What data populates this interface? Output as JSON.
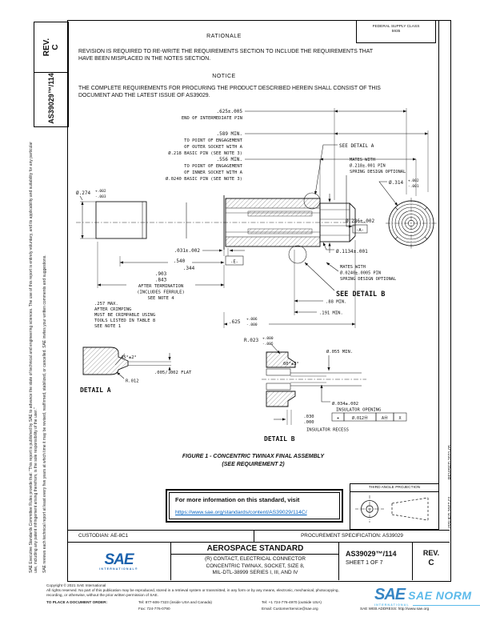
{
  "sidebar": {
    "rev_label": "REV.",
    "rev_value": "C",
    "doc_number": "AS39029™/114",
    "disclaimer_line1": "SAE Executive Standards Committee Rules provide that: \"This report is published by SAE to advance the state of technical and engineering sciences. The use of this report is entirely voluntary, and its applicability and suitability for any particular use, including any patent infringement arising therefrom, is the sole responsibility of the user.\"",
    "disclaimer_line2": "SAE reviews each technical report at least every five years at which time it may be revised, reaffirmed, stabilized, or cancelled. SAE invites your written comments and suggestions."
  },
  "header": {
    "supply_class_label": "FEDERAL SUPPLY CLASS",
    "supply_class_value": "5935",
    "rationale_title": "RATIONALE",
    "rationale_lines": [
      "REVISION IS REQUIRED TO RE-WRITE THE REQUIREMENTS SECTION TO INCLUDE THE REQUIREMENTS THAT",
      "HAVE BEEN MISPLACED IN THE NOTES SECTION."
    ],
    "notice_title": "NOTICE",
    "notice_lines": [
      "THE COMPLETE REQUIREMENTS FOR PROCURING THE PRODUCT DESCRIBED HEREIN SHALL CONSIST OF THIS",
      "DOCUMENT AND THE LATEST ISSUE OF AS39029."
    ]
  },
  "drawing": {
    "dim_end_pin": ".625±.005",
    "end_pin_label": "END OF INTERMEDIATE PIN",
    "dim_589": ".589 MIN.",
    "outer_engage": [
      "TO POINT OF ENGAGEMENT",
      "OF OUTER SOCKET WITH A",
      "Ø.218 BASIC PIN (SEE NOTE 3)"
    ],
    "dim_556": ".556 MIN.",
    "inner_engage": [
      "TO POINT OF ENGAGEMENT",
      "OF INNER SOCKET WITH A",
      "Ø.0240 BASIC PIN (SEE NOTE 3)"
    ],
    "see_detail_a": "SEE DETAIL A",
    "mates_outer": [
      "MATES WITH",
      "Ø.218±.001 PIN",
      "SPRING DESIGN OPTIONAL"
    ],
    "dia_314": {
      "main": "Ø.314",
      "tol_plus": "+.002",
      "tol_minus": "-.001"
    },
    "dia_274": {
      "main": "Ø.274",
      "tol_plus": "+.002",
      "tol_minus": "-.003"
    },
    "dia_286": "Ø.286±.002",
    "datum_a": "-A-",
    "dia_1134": "Ø.1134±.001",
    "mates_inner": [
      "MATES WITH",
      "Ø.0240±.0005 PIN",
      "SPRING DESIGN OPTIONAL"
    ],
    "see_detail_b": "SEE DETAIL  B",
    "dim_88": ".88 MIN.",
    "dim_191": ".191 MIN.",
    "dim_625_front": {
      "main": ".625",
      "tol_plus": "+.006",
      "tol_minus": "-.000"
    },
    "dim_031": ".031±.002",
    "datum_e": "-E-",
    "dim_540": ".540",
    "dim_344": ".344",
    "dim_903": ".903",
    "dim_843": ".843",
    "after_termination": [
      "AFTER TERMINATION",
      "(INCLUDES FERRULE)",
      "SEE NOTE 4"
    ],
    "crimp_note": [
      ".257 MAX.",
      "AFTER CRIMPING",
      "MUST BE CRIMPABLE USING",
      "TOOLS LISTED IN TABLE 8",
      "SEE NOTE 1"
    ]
  },
  "detail_a": {
    "title": "DETAIL A",
    "angle": "45°±2°",
    "flat": ".005/.002 FLAT",
    "radius": "R.012"
  },
  "detail_b": {
    "title": "DETAIL B",
    "radius": {
      "main": "R.023",
      "tol_plus": "+.000",
      "tol_minus": "-.005"
    },
    "angle": "60°±3°",
    "dia_055": "Ø.055 MIN.",
    "dia_034": "Ø.034±.002",
    "insulator_opening": "INSULATOR OPENING",
    "fcf": {
      "position": "⌖",
      "tolerance": "Ø.012Ⓜ",
      "datum1": "AⓂ",
      "datum2": "X"
    },
    "recess_030": ".030",
    "recess_000": ".000",
    "insulator_recess": "INSULATOR RECESS"
  },
  "figure": {
    "caption_line1": "FIGURE 1 - CONCENTRIC TWINAX FINAL ASSEMBLY",
    "caption_line2": "(SEE REQUIREMENT 2)"
  },
  "info_box": {
    "text": "For more information on this standard, visit",
    "link": "https://www.sae.org/standards/content/AS39029/114C/"
  },
  "projection": {
    "label": "THIRD ANGLE PROJECTION"
  },
  "revision_strip": {
    "issued": "ISSUED 2007-01",
    "revised": "REVISED 2021-05"
  },
  "footer": {
    "custodian": "CUSTODIAN: AE-8C1",
    "procurement": "PROCUREMENT SPECIFICATION: AS39029"
  },
  "title_block": {
    "logo_text": "SAE",
    "logo_sub": "INTERNATIONAL®",
    "heading": "AEROSPACE STANDARD",
    "subtitle_lines": [
      "(R) CONTACT, ELECTRICAL CONNECTOR",
      "CONCENTRIC TWINAX, SOCKET, SIZE 8,",
      "MIL-DTL-38999 SERIES I, III, AND IV"
    ],
    "doc_number": "AS39029™/114",
    "sheet": "SHEET 1 OF 7",
    "rev_label": "REV.",
    "rev_value": "C"
  },
  "legal": {
    "copyright": "Copyright © 2021 SAE International",
    "rights_line1": "All rights reserved. No part of this publication may be reproduced, stored in a retrieval system or transmitted, in any form or by any means, electronic, mechanical, photocopying,",
    "rights_line2": "recording, or otherwise, without the prior written permission of SAE.",
    "order_label": "TO PLACE A DOCUMENT ORDER:",
    "tel_inside": "Tel:   877-606-7323 (inside USA and Canada)",
    "tel_outside": "Tel:   +1 724-776-4970 (outside USA)",
    "fax": "Fax:  724-776-0790",
    "email": "Email: CustomerService@sae.org",
    "web": "SAE WEB ADDRESS:  http://www.sae.org"
  },
  "watermark": {
    "sae": "SAE",
    "norm": "SAE NORM",
    "sub": "INTERNATIONAL"
  },
  "colors": {
    "link_blue": "#0563C1",
    "sae_blue": "#1b62ad",
    "watermark_blue": "#45b1e8"
  }
}
